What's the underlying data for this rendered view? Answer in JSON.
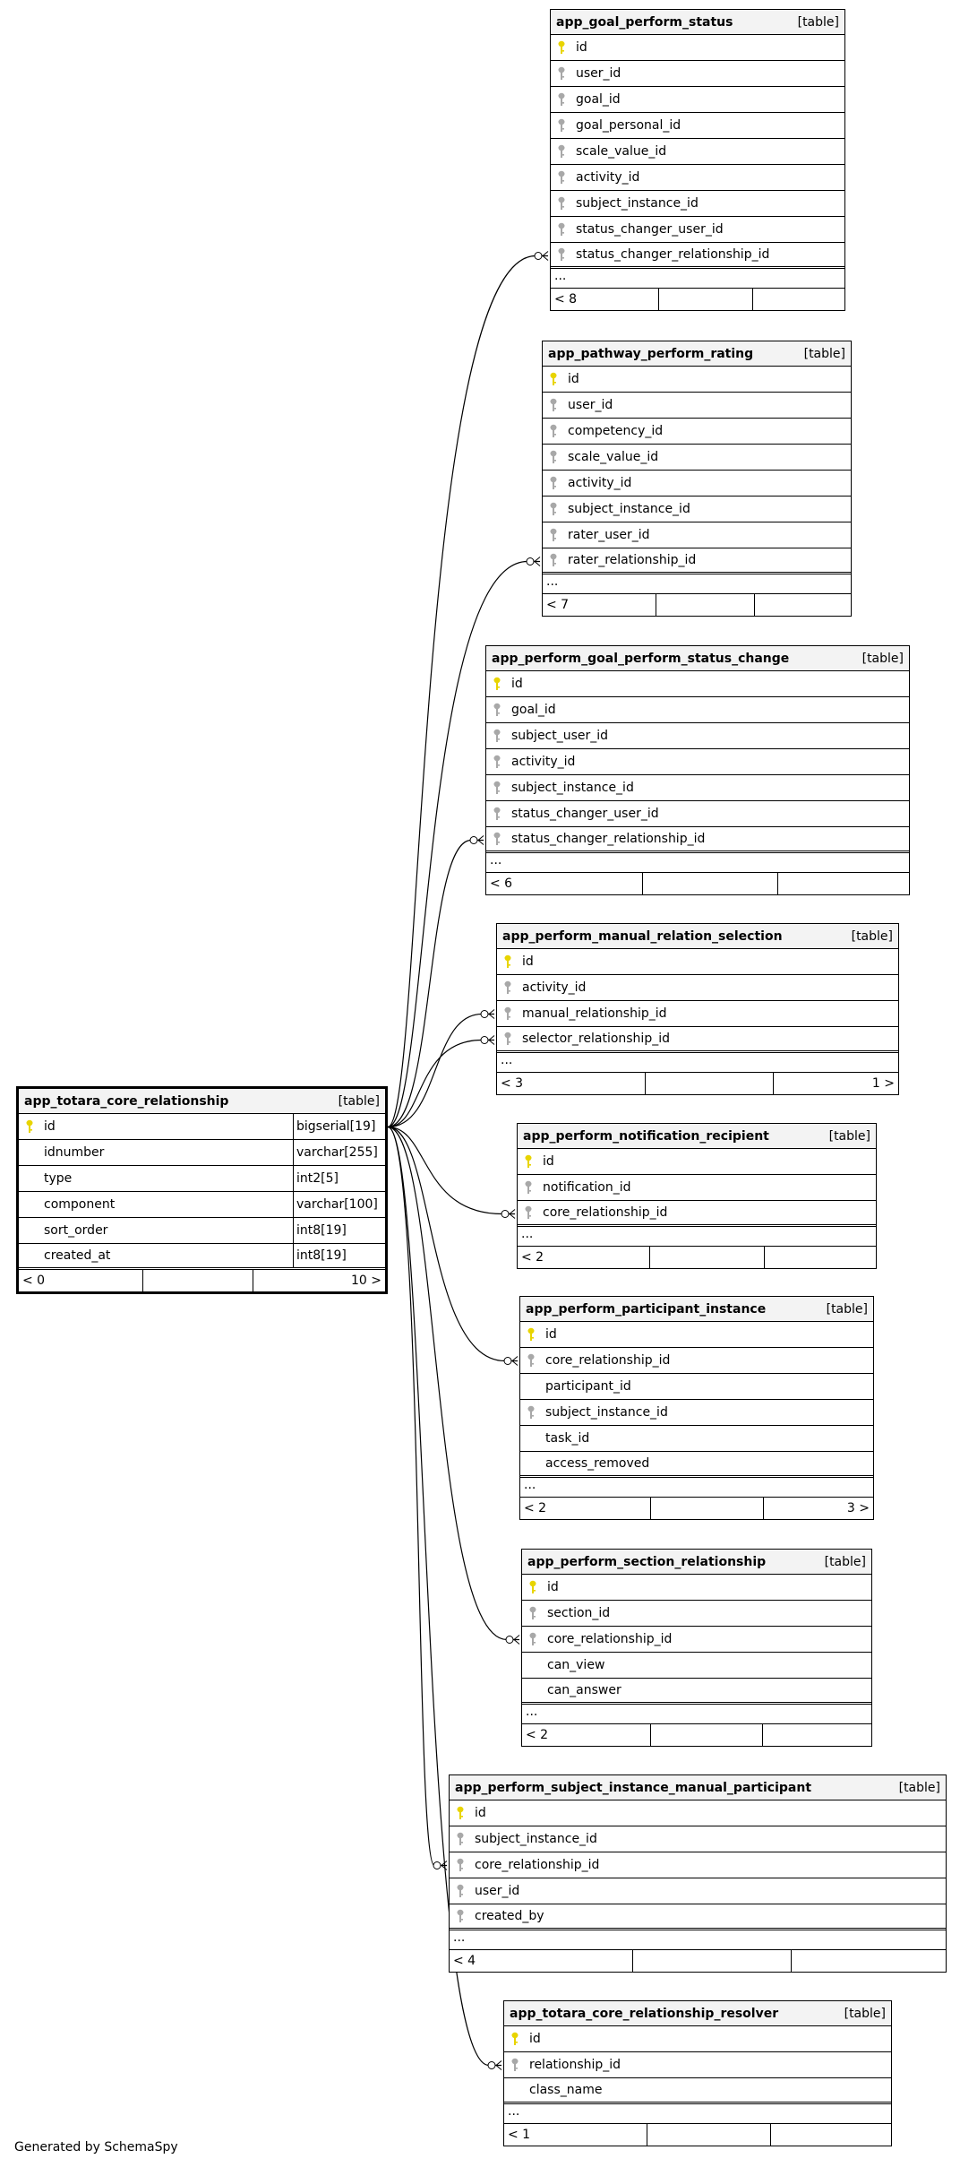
{
  "generated": "Generated by SchemaSpy",
  "colors": {
    "pk": "#e8d400",
    "fk": "#a8a8a8",
    "line": "#000000",
    "header": "#f3f3f3"
  },
  "main_table": {
    "name": "app_totara_core_relationship",
    "type": "[table]",
    "columns": [
      {
        "name": "id",
        "type": "bigserial[19]",
        "key": "pk"
      },
      {
        "name": "idnumber",
        "type": "varchar[255]",
        "key": ""
      },
      {
        "name": "type",
        "type": "int2[5]",
        "key": ""
      },
      {
        "name": "component",
        "type": "varchar[100]",
        "key": ""
      },
      {
        "name": "sort_order",
        "type": "int8[19]",
        "key": ""
      },
      {
        "name": "created_at",
        "type": "int8[19]",
        "key": ""
      }
    ],
    "footer": [
      "< 0",
      "",
      "10 >"
    ]
  },
  "tables": [
    {
      "name": "app_goal_perform_status",
      "type": "[table]",
      "columns": [
        {
          "name": "id",
          "key": "pk"
        },
        {
          "name": "user_id",
          "key": "fk"
        },
        {
          "name": "goal_id",
          "key": "fk"
        },
        {
          "name": "goal_personal_id",
          "key": "fk"
        },
        {
          "name": "scale_value_id",
          "key": "fk"
        },
        {
          "name": "activity_id",
          "key": "fk"
        },
        {
          "name": "subject_instance_id",
          "key": "fk"
        },
        {
          "name": "status_changer_user_id",
          "key": "fk"
        },
        {
          "name": "status_changer_relationship_id",
          "key": "fk"
        }
      ],
      "more": "...",
      "footer": [
        "< 8",
        "",
        ""
      ]
    },
    {
      "name": "app_pathway_perform_rating",
      "type": "[table]",
      "columns": [
        {
          "name": "id",
          "key": "pk"
        },
        {
          "name": "user_id",
          "key": "fk"
        },
        {
          "name": "competency_id",
          "key": "fk"
        },
        {
          "name": "scale_value_id",
          "key": "fk"
        },
        {
          "name": "activity_id",
          "key": "fk"
        },
        {
          "name": "subject_instance_id",
          "key": "fk"
        },
        {
          "name": "rater_user_id",
          "key": "fk"
        },
        {
          "name": "rater_relationship_id",
          "key": "fk"
        }
      ],
      "more": "...",
      "footer": [
        "< 7",
        "",
        ""
      ]
    },
    {
      "name": "app_perform_goal_perform_status_change",
      "type": "[table]",
      "columns": [
        {
          "name": "id",
          "key": "pk"
        },
        {
          "name": "goal_id",
          "key": "fk"
        },
        {
          "name": "subject_user_id",
          "key": "fk"
        },
        {
          "name": "activity_id",
          "key": "fk"
        },
        {
          "name": "subject_instance_id",
          "key": "fk"
        },
        {
          "name": "status_changer_user_id",
          "key": "fk"
        },
        {
          "name": "status_changer_relationship_id",
          "key": "fk"
        }
      ],
      "more": "...",
      "footer": [
        "< 6",
        "",
        ""
      ]
    },
    {
      "name": "app_perform_manual_relation_selection",
      "type": "[table]",
      "columns": [
        {
          "name": "id",
          "key": "pk"
        },
        {
          "name": "activity_id",
          "key": "fk"
        },
        {
          "name": "manual_relationship_id",
          "key": "fk"
        },
        {
          "name": "selector_relationship_id",
          "key": "fk"
        }
      ],
      "more": "...",
      "footer": [
        "< 3",
        "",
        "1 >"
      ]
    },
    {
      "name": "app_perform_notification_recipient",
      "type": "[table]",
      "columns": [
        {
          "name": "id",
          "key": "pk"
        },
        {
          "name": "notification_id",
          "key": "fk"
        },
        {
          "name": "core_relationship_id",
          "key": "fk"
        }
      ],
      "more": "...",
      "footer": [
        "< 2",
        "",
        ""
      ]
    },
    {
      "name": "app_perform_participant_instance",
      "type": "[table]",
      "columns": [
        {
          "name": "id",
          "key": "pk"
        },
        {
          "name": "core_relationship_id",
          "key": "fk"
        },
        {
          "name": "participant_id",
          "key": ""
        },
        {
          "name": "subject_instance_id",
          "key": "fk"
        },
        {
          "name": "task_id",
          "key": ""
        },
        {
          "name": "access_removed",
          "key": ""
        }
      ],
      "more": "...",
      "footer": [
        "< 2",
        "",
        "3 >"
      ]
    },
    {
      "name": "app_perform_section_relationship",
      "type": "[table]",
      "columns": [
        {
          "name": "id",
          "key": "pk"
        },
        {
          "name": "section_id",
          "key": "fk"
        },
        {
          "name": "core_relationship_id",
          "key": "fk"
        },
        {
          "name": "can_view",
          "key": ""
        },
        {
          "name": "can_answer",
          "key": ""
        }
      ],
      "more": "...",
      "footer": [
        "< 2",
        "",
        ""
      ]
    },
    {
      "name": "app_perform_subject_instance_manual_participant",
      "type": "[table]",
      "columns": [
        {
          "name": "id",
          "key": "pk"
        },
        {
          "name": "subject_instance_id",
          "key": "fk"
        },
        {
          "name": "core_relationship_id",
          "key": "fk"
        },
        {
          "name": "user_id",
          "key": "fk"
        },
        {
          "name": "created_by",
          "key": "fk"
        }
      ],
      "more": "...",
      "footer": [
        "< 4",
        "",
        ""
      ]
    },
    {
      "name": "app_totara_core_relationship_resolver",
      "type": "[table]",
      "columns": [
        {
          "name": "id",
          "key": "pk"
        },
        {
          "name": "relationship_id",
          "key": "fk"
        },
        {
          "name": "class_name",
          "key": ""
        }
      ],
      "more": "...",
      "footer": [
        "< 1",
        "",
        ""
      ]
    }
  ],
  "relations": [
    {
      "from": "main_table.id",
      "to": "app_goal_perform_status.status_changer_relationship_id"
    },
    {
      "from": "main_table.id",
      "to": "app_pathway_perform_rating.rater_relationship_id"
    },
    {
      "from": "main_table.id",
      "to": "app_perform_goal_perform_status_change.status_changer_relationship_id"
    },
    {
      "from": "main_table.id",
      "to": "app_perform_manual_relation_selection.manual_relationship_id"
    },
    {
      "from": "main_table.id",
      "to": "app_perform_manual_relation_selection.selector_relationship_id"
    },
    {
      "from": "main_table.id",
      "to": "app_perform_notification_recipient.core_relationship_id"
    },
    {
      "from": "main_table.id",
      "to": "app_perform_participant_instance.core_relationship_id"
    },
    {
      "from": "main_table.id",
      "to": "app_perform_section_relationship.core_relationship_id"
    },
    {
      "from": "main_table.id",
      "to": "app_perform_subject_instance_manual_participant.core_relationship_id"
    },
    {
      "from": "main_table.id",
      "to": "app_totara_core_relationship_resolver.relationship_id"
    }
  ]
}
